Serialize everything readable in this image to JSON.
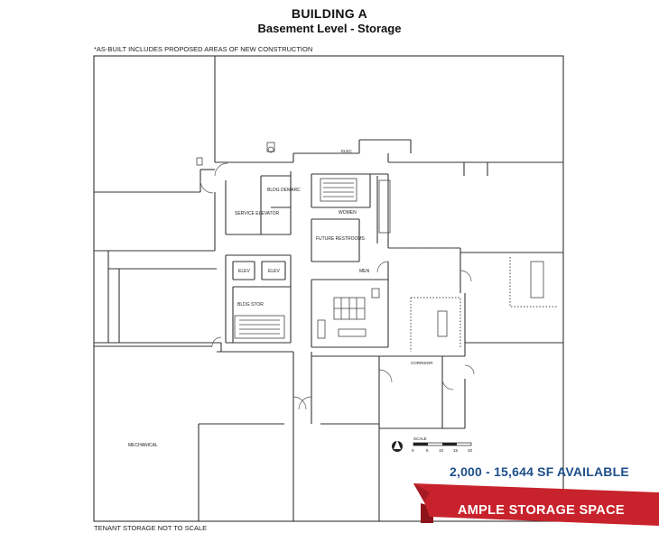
{
  "header": {
    "title": "BUILDING A",
    "subtitle": "Basement Level - Storage"
  },
  "notes": {
    "top": "*AS-BUILT INCLUDES PROPOSED AREAS OF NEW CONSTRUCTION",
    "bottom": "TENANT STORAGE NOT TO SCALE"
  },
  "rooms": {
    "bldg_demarc": "BLDG DEMARC",
    "service_elevator": "SERVICE ELEVATOR",
    "women": "WOMEN",
    "future_restrooms": "FUTURE RESTROOMS",
    "men": "MEN",
    "elev_1": "ELEV",
    "elev_2": "ELEV",
    "bldg_stor": "BLDG STOR",
    "mechanical": "MECHANICAL",
    "elec": "ELEC",
    "corridor": "CORRIDOR"
  },
  "scale": {
    "label": "SCALE",
    "ticks": [
      "0",
      "5",
      "10",
      "15",
      "20"
    ]
  },
  "promo": {
    "availability": "2,000 - 15,644 SF AVAILABLE",
    "ribbon": "AMPLE STORAGE SPACE"
  },
  "colors": {
    "availability_text": "#1d4f8a",
    "ribbon": "#c8232c",
    "ribbon_dark": "#8e141b",
    "walls": "#333333"
  }
}
